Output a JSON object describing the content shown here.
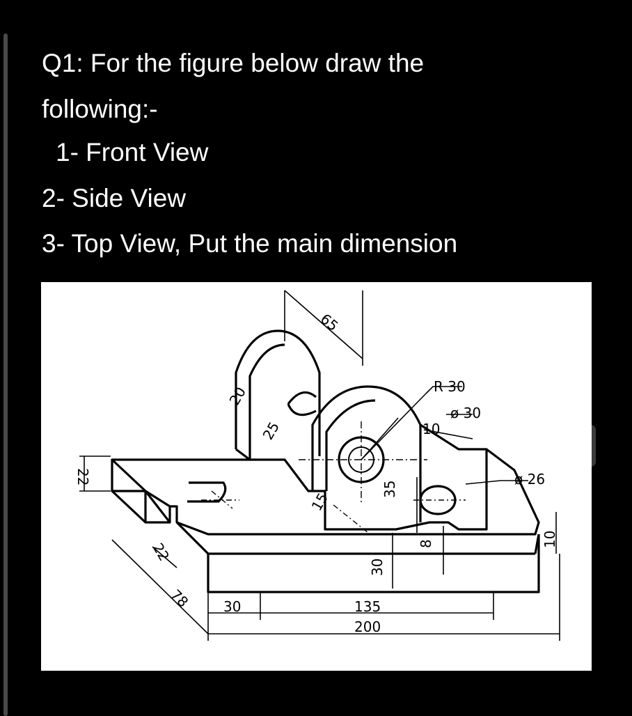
{
  "question": {
    "line1": "Q1: For the figure below draw the",
    "line2": "following:-",
    "item1": "1- Front View",
    "item2": "2- Side View",
    "item3": "3- Top View, Put the main dimension"
  },
  "figure": {
    "dimensions": {
      "d65": "65",
      "r30": "R 30",
      "dia30": "ø 30",
      "d20": "20",
      "d25": "25",
      "d10a": "10",
      "dia26": "ø 26",
      "d22a": "22",
      "d35": "35",
      "d15": "15",
      "d8": "8",
      "d10b": "10",
      "d22b": "22",
      "d78": "78",
      "d30a": "30",
      "d30b": "30",
      "d135": "135",
      "d200": "200"
    }
  }
}
